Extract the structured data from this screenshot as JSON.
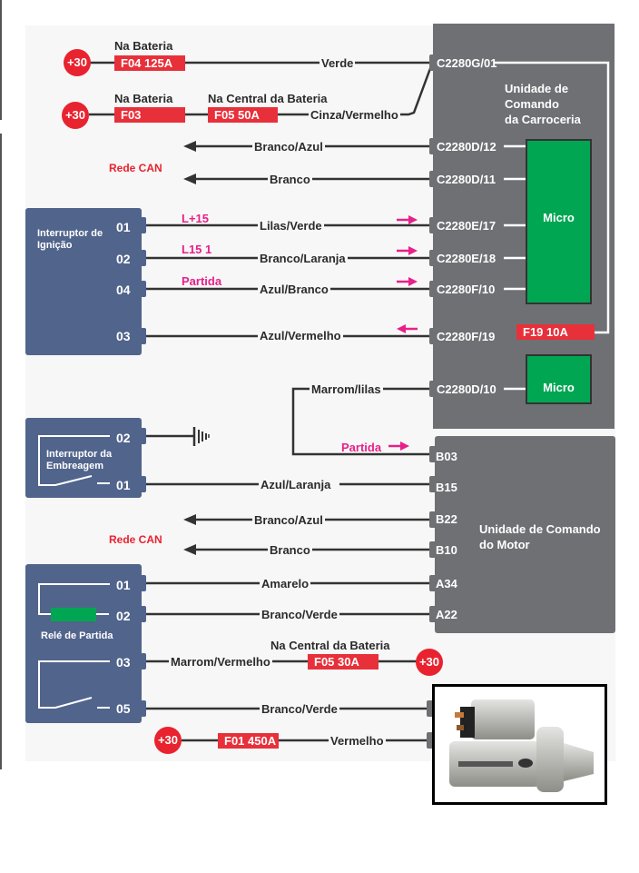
{
  "diagram": {
    "power_feeds": [
      {
        "source": "+30",
        "location": "Na Bateria",
        "fuse": "F04 125A",
        "wire": "Verde",
        "connector": "C2280G/01"
      },
      {
        "source": "+30",
        "location": "Na Bateria",
        "fuse": "F03",
        "location2": "Na Central da Bateria",
        "fuse2": "F05 50A",
        "wire": "Cinza/Vermelho",
        "connector": "C2280G/01"
      }
    ],
    "body_control_unit": {
      "title_lines": [
        "Unidade de",
        "Comando",
        "da Carroceria"
      ],
      "connectors": [
        "C2280G/01",
        "C2280D/12",
        "C2280D/11",
        "C2280E/17",
        "C2280E/18",
        "C2280F/10",
        "C2280F/19",
        "C2280D/10"
      ],
      "micro_label": "Micro",
      "micro2_label": "Micro",
      "internal_fuse": "F19 10A"
    },
    "can_bus_1": {
      "label": "Rede CAN",
      "wires": [
        "Branco/Azul",
        "Branco"
      ]
    },
    "ignition_switch": {
      "title_lines": [
        "Interruptor de",
        "Ignição"
      ],
      "pins": [
        {
          "pin": "01",
          "signal": "L+15",
          "wire": "Lilas/Verde",
          "connector": "C2280E/17",
          "direction": "in"
        },
        {
          "pin": "02",
          "signal": "L15 1",
          "wire": "Branco/Laranja",
          "connector": "C2280E/18",
          "direction": "in"
        },
        {
          "pin": "04",
          "signal": "Partida",
          "wire": "Azul/Branco",
          "connector": "C2280F/10",
          "direction": "in"
        },
        {
          "pin": "03",
          "signal": "",
          "wire": "Azul/Vermelho",
          "connector": "C2280F/19",
          "direction": "out"
        }
      ]
    },
    "link": {
      "wire": "Marrom/lilas",
      "from": "C2280D/10",
      "signal": "Partida",
      "to": "B03"
    },
    "clutch_switch": {
      "title_lines": [
        "Interruptor da",
        "Embreagem"
      ],
      "pins": [
        {
          "pin": "02",
          "to": "ground"
        },
        {
          "pin": "01",
          "wire": "Azul/Laranja",
          "connector": "B15"
        }
      ]
    },
    "engine_control_unit": {
      "title_lines": [
        "Unidade de Comando",
        "do Motor"
      ],
      "connectors": [
        "B03",
        "B15",
        "B22",
        "B10",
        "A34",
        "A22"
      ]
    },
    "can_bus_2": {
      "label": "Rede CAN",
      "wires": [
        {
          "wire": "Branco/Azul",
          "connector": "B22"
        },
        {
          "wire": "Branco",
          "connector": "B10"
        }
      ]
    },
    "starter_relay": {
      "title": "Relé de Partida",
      "pins": [
        {
          "pin": "01",
          "wire": "Amarelo",
          "connector": "A34"
        },
        {
          "pin": "02",
          "wire": "Branco/Verde",
          "connector": "A22"
        },
        {
          "pin": "03",
          "wire": "Marrom/Vermelho",
          "location": "Na Central da Bateria",
          "fuse": "F05 30A",
          "source": "+30"
        },
        {
          "pin": "05",
          "wire": "Branco/Verde",
          "to": "starter-motor"
        }
      ]
    },
    "starter_feed": {
      "source": "+30",
      "fuse": "F01 450A",
      "wire": "Vermelho",
      "to": "starter-motor"
    },
    "colors": {
      "fuse_red": "#e8303a",
      "signal_pink": "#e8208a",
      "module_gray": "#6f7074",
      "switch_blue": "#51648c",
      "micro_green": "#00a651"
    }
  }
}
